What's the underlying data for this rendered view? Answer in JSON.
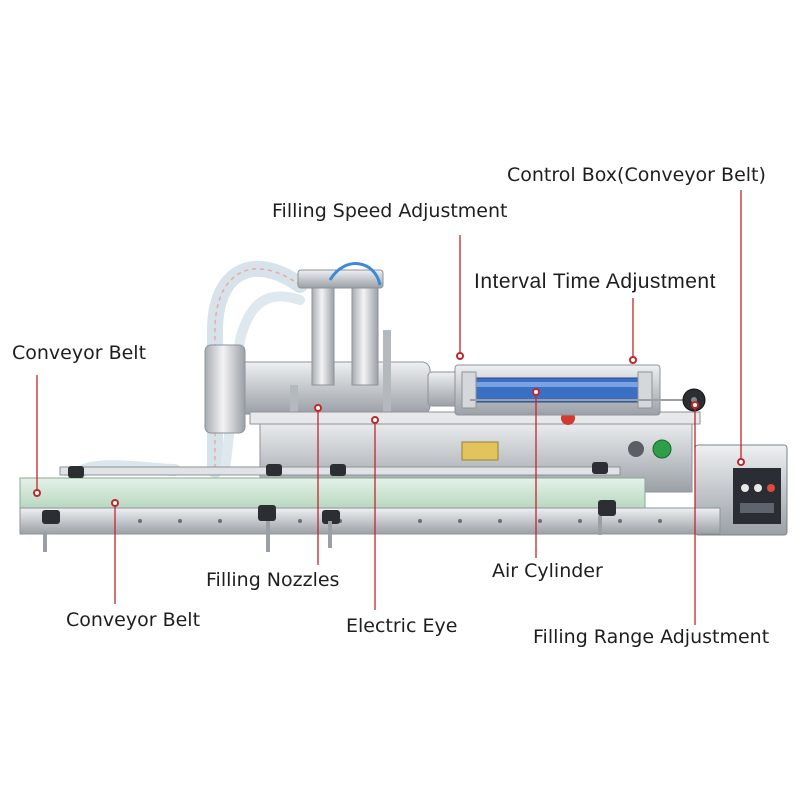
{
  "labels": {
    "control_box": "Control Box(Conveyor Belt)",
    "filling_speed": "Filling Speed Adjustment",
    "interval_time": "Interval Time Adjustment",
    "conveyor_belt_top": "Conveyor Belt",
    "air_cylinder": "Air Cylinder",
    "filling_nozzles": "Filling Nozzles",
    "conveyor_belt_bottom": "Conveyor Belt",
    "electric_eye": "Electric Eye",
    "filling_range": "Filling Range Adjustment"
  },
  "colors": {
    "leader_line": "#c0272d",
    "marker": "#c0272d",
    "label_text": "#1e1e1e",
    "steel": "#c9ccd0",
    "steel_dark": "#8e9399",
    "belt_green": "#cfe6d5",
    "cylinder_blue": "#3a6fc4",
    "button_green": "#2e9e48",
    "button_red": "#d23a2f"
  }
}
